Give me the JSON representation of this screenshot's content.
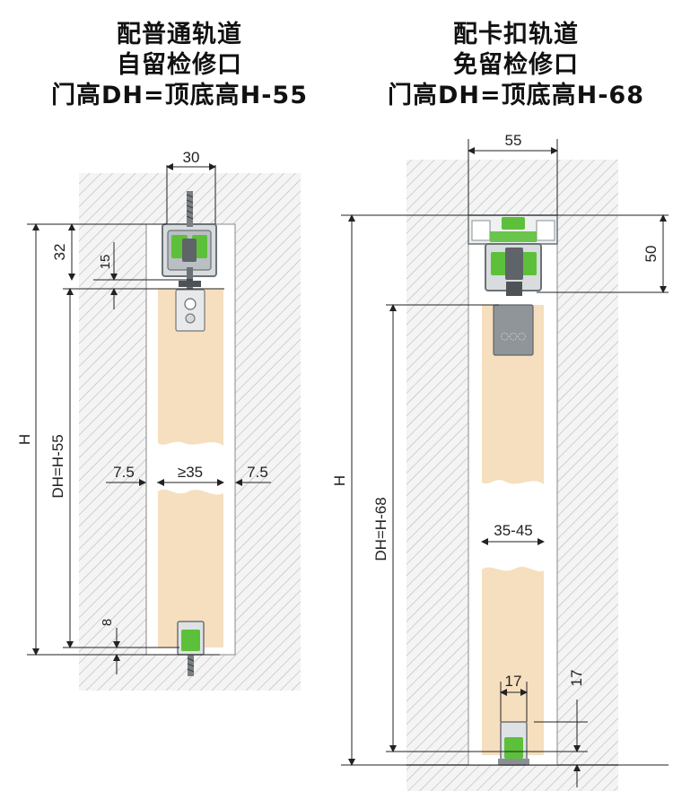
{
  "left_panel": {
    "title_lines": [
      "配普通轨道",
      "自留检修口",
      "门高DH=顶底高H-55"
    ],
    "dims": {
      "track_width": "30",
      "top_height": "32",
      "top_gap": "15",
      "H": "H",
      "DH": "DH=H-55",
      "side_left": "7.5",
      "door_thickness": "≥35",
      "side_right": "7.5",
      "bottom_gap": "8"
    }
  },
  "right_panel": {
    "title_lines": [
      "配卡扣轨道",
      "免留检修口",
      "门高DH=顶底高H-68"
    ],
    "dims": {
      "track_width": "55",
      "top_height": "50",
      "H": "H",
      "DH": "DH=H-68",
      "door_thickness": "35-45",
      "guide_width": "17",
      "bottom_gap": "17"
    }
  },
  "colors": {
    "door": "#f6dfbf",
    "wall_hatch": "#b8b8b8",
    "green": "#5cc03a",
    "metal": "#9ca3a8",
    "dark_metal": "#5e6468",
    "line": "#222222"
  }
}
